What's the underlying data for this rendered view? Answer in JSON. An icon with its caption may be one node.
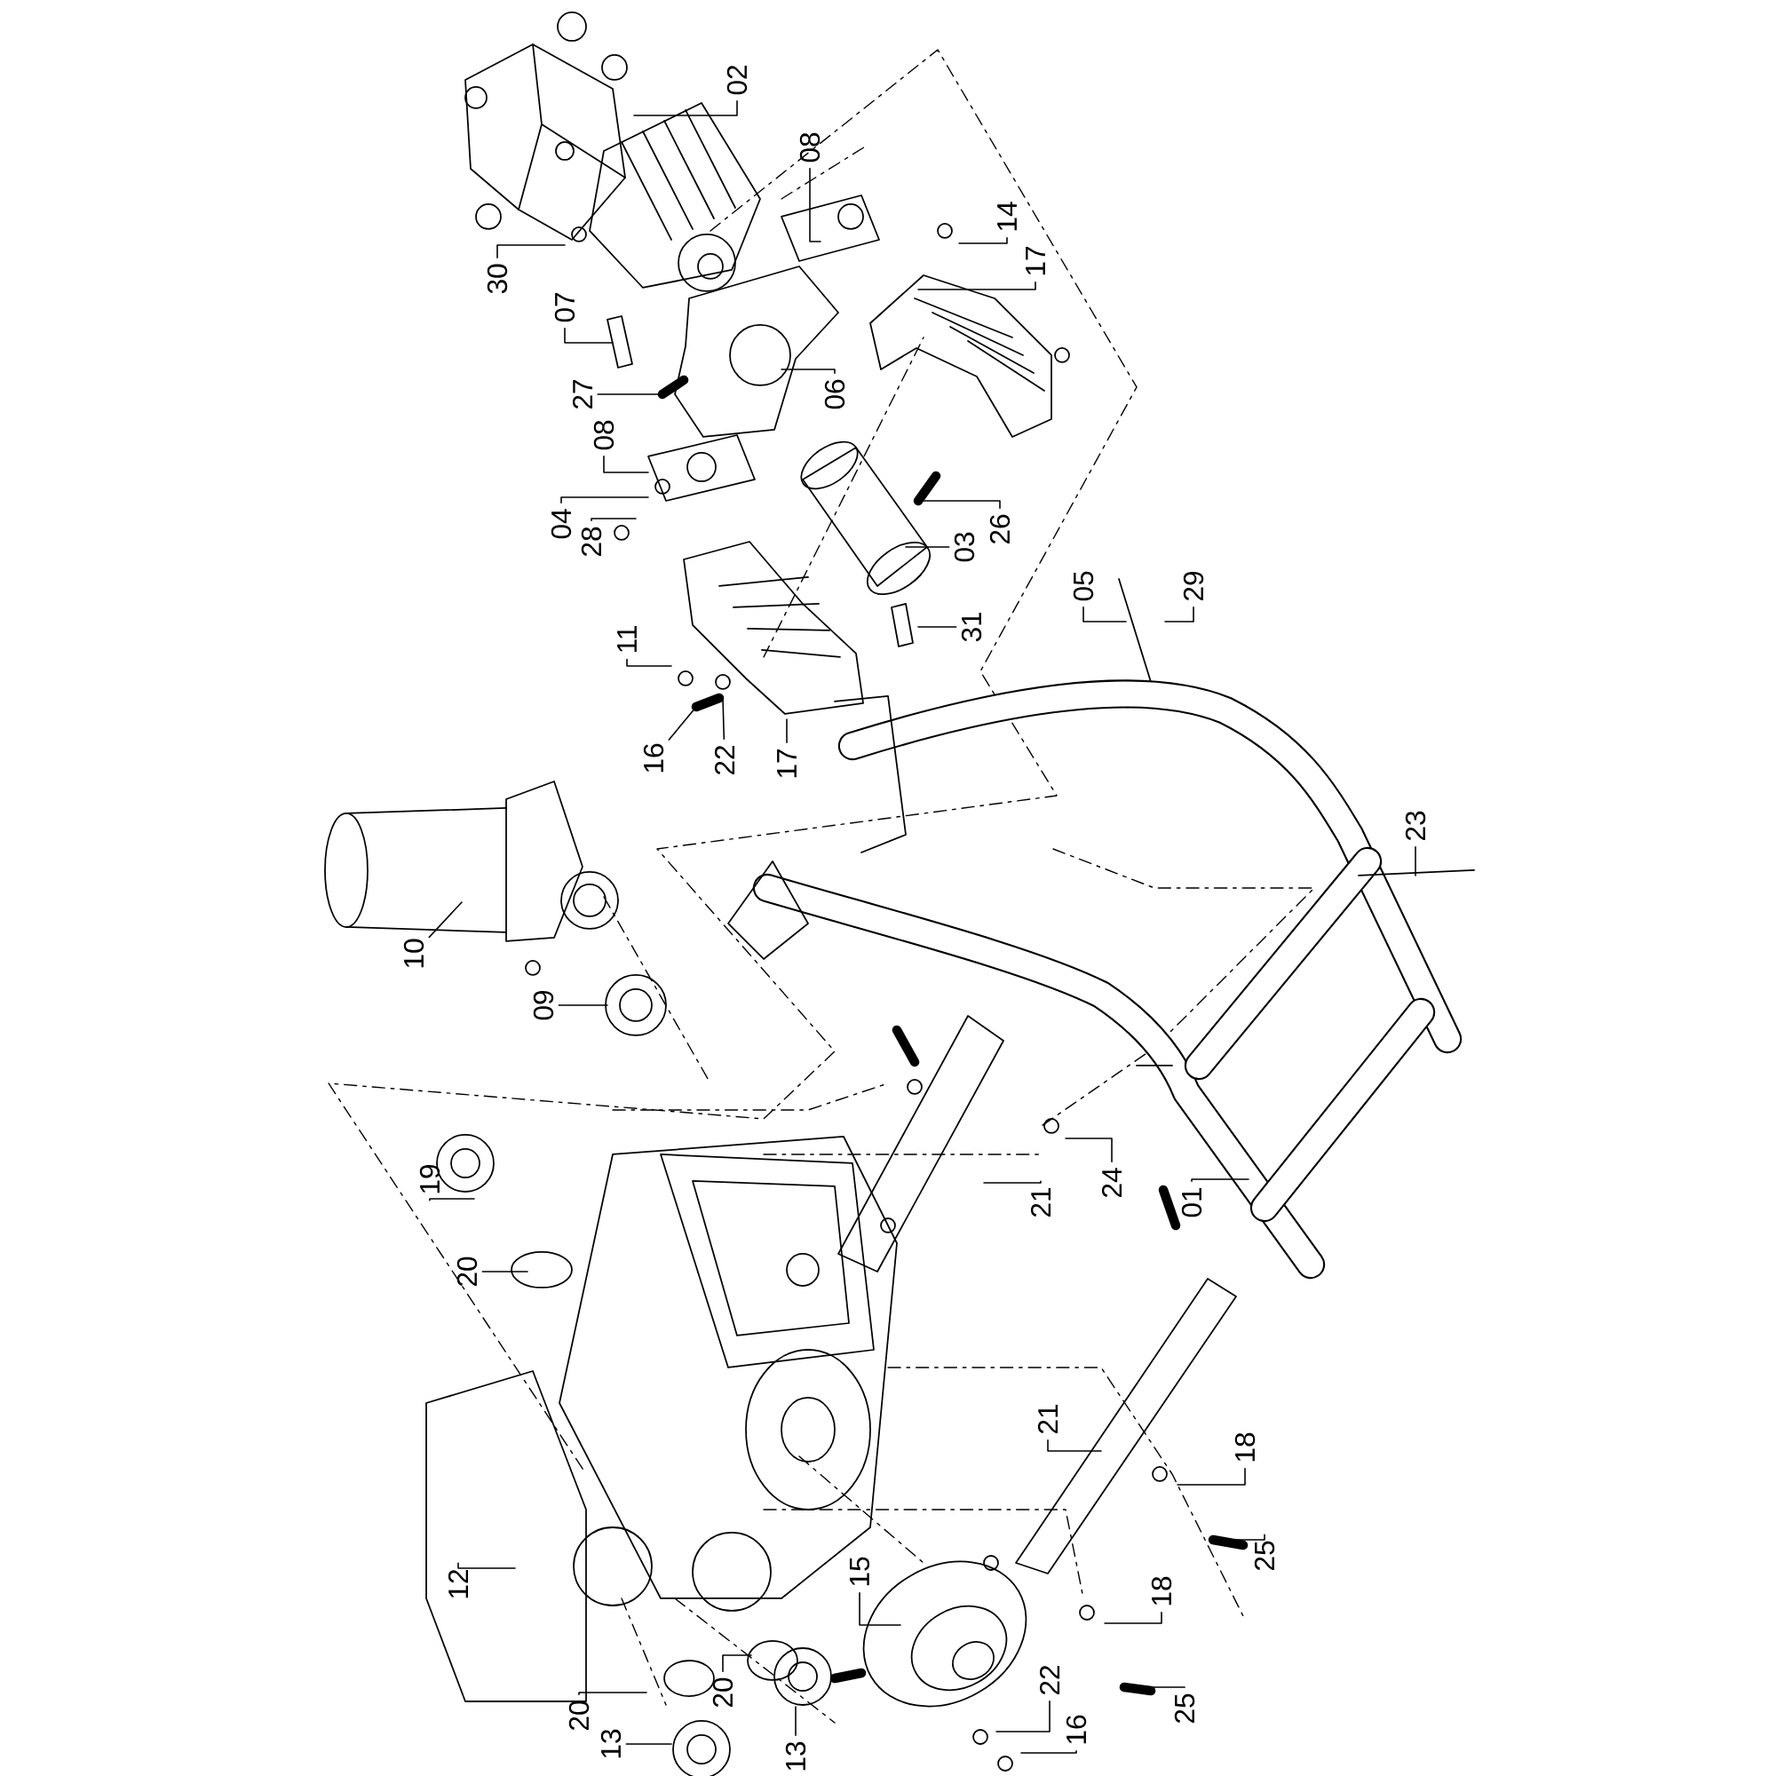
{
  "diagram": {
    "nodes": [
      {
        "text": [
          "02"
        ]
      },
      {
        "text": [
          "08"
        ]
      },
      {
        "text": [
          "14"
        ]
      },
      {
        "text": [
          "17"
        ]
      },
      {
        "text": [
          "30"
        ]
      },
      {
        "text": [
          "07"
        ]
      },
      {
        "text": [
          "27"
        ]
      },
      {
        "text": [
          "06"
        ]
      },
      {
        "text": [
          "08"
        ]
      },
      {
        "text": [
          "04"
        ]
      },
      {
        "text": [
          "26"
        ]
      },
      {
        "text": [
          "28"
        ]
      },
      {
        "text": [
          "03"
        ]
      },
      {
        "text": [
          "05"
        ]
      },
      {
        "text": [
          "29"
        ]
      },
      {
        "text": [
          "31"
        ]
      },
      {
        "text": [
          "11"
        ]
      },
      {
        "text": [
          "16"
        ]
      },
      {
        "text": [
          "22"
        ]
      },
      {
        "text": [
          "17"
        ]
      },
      {
        "text": [
          "23"
        ]
      },
      {
        "text": [
          "10"
        ]
      },
      {
        "text": [
          "09"
        ]
      },
      {
        "text": [
          "19"
        ]
      },
      {
        "text": [
          "21"
        ]
      },
      {
        "text": [
          "24"
        ]
      },
      {
        "text": [
          "01"
        ]
      },
      {
        "text": [
          "20"
        ]
      },
      {
        "text": [
          "21"
        ]
      },
      {
        "text": [
          "18"
        ]
      },
      {
        "text": [
          "25"
        ]
      },
      {
        "text": [
          "15"
        ]
      },
      {
        "text": [
          "12"
        ]
      },
      {
        "text": [
          "18"
        ]
      },
      {
        "text": [
          "22"
        ]
      },
      {
        "text": [
          "20"
        ]
      },
      {
        "text": [
          "25"
        ]
      },
      {
        "text": [
          "20"
        ]
      },
      {
        "text": [
          "16"
        ]
      },
      {
        "text": [
          "13"
        ]
      },
      {
        "text": [
          "13"
        ]
      }
    ],
    "edges": [
      {
        "from": 0,
        "to": null,
        "arrow": "none"
      },
      {
        "from": 1,
        "to": null,
        "arrow": "none"
      },
      {
        "from": 2,
        "to": null,
        "arrow": "none"
      },
      {
        "from": 3,
        "to": null,
        "arrow": "none"
      },
      {
        "from": 4,
        "to": null,
        "arrow": "none"
      },
      {
        "from": 5,
        "to": null,
        "arrow": "none"
      },
      {
        "from": 6,
        "to": null,
        "arrow": "none"
      },
      {
        "from": 7,
        "to": null,
        "arrow": "none"
      },
      {
        "from": 8,
        "to": null,
        "arrow": "none"
      },
      {
        "from": 9,
        "to": null,
        "arrow": "none"
      },
      {
        "from": 10,
        "to": null,
        "arrow": "none"
      },
      {
        "from": 11,
        "to": null,
        "arrow": "none"
      },
      {
        "from": 12,
        "to": null,
        "arrow": "none"
      },
      {
        "from": 13,
        "to": null,
        "arrow": "none"
      },
      {
        "from": 14,
        "to": null,
        "arrow": "none"
      },
      {
        "from": 15,
        "to": null,
        "arrow": "none"
      },
      {
        "from": 16,
        "to": null,
        "arrow": "none"
      },
      {
        "from": 17,
        "to": null,
        "arrow": "none"
      },
      {
        "from": 18,
        "to": null,
        "arrow": "none"
      },
      {
        "from": 19,
        "to": null,
        "arrow": "none"
      },
      {
        "from": 20,
        "to": null,
        "arrow": "none"
      },
      {
        "from": 21,
        "to": null,
        "arrow": "none"
      },
      {
        "from": 22,
        "to": null,
        "arrow": "none"
      },
      {
        "from": 23,
        "to": null,
        "arrow": "none"
      },
      {
        "from": 24,
        "to": null,
        "arrow": "none"
      },
      {
        "from": 25,
        "to": null,
        "arrow": "none"
      },
      {
        "from": 26,
        "to": null,
        "arrow": "none"
      },
      {
        "from": 27,
        "to": null,
        "arrow": "none"
      },
      {
        "from": 28,
        "to": null,
        "arrow": "none"
      },
      {
        "from": 29,
        "to": null,
        "arrow": "none"
      },
      {
        "from": 30,
        "to": null,
        "arrow": "none"
      },
      {
        "from": 31,
        "to": null,
        "arrow": "none"
      },
      {
        "from": 32,
        "to": null,
        "arrow": "none"
      },
      {
        "from": 33,
        "to": null,
        "arrow": "none"
      },
      {
        "from": 34,
        "to": null,
        "arrow": "none"
      },
      {
        "from": 35,
        "to": null,
        "arrow": "none"
      },
      {
        "from": 36,
        "to": null,
        "arrow": "none"
      },
      {
        "from": 37,
        "to": null,
        "arrow": "none"
      },
      {
        "from": 38,
        "to": null,
        "arrow": "none"
      },
      {
        "from": 39,
        "to": null,
        "arrow": "none"
      },
      {
        "from": 40,
        "to": null,
        "arrow": "none"
      }
    ]
  }
}
